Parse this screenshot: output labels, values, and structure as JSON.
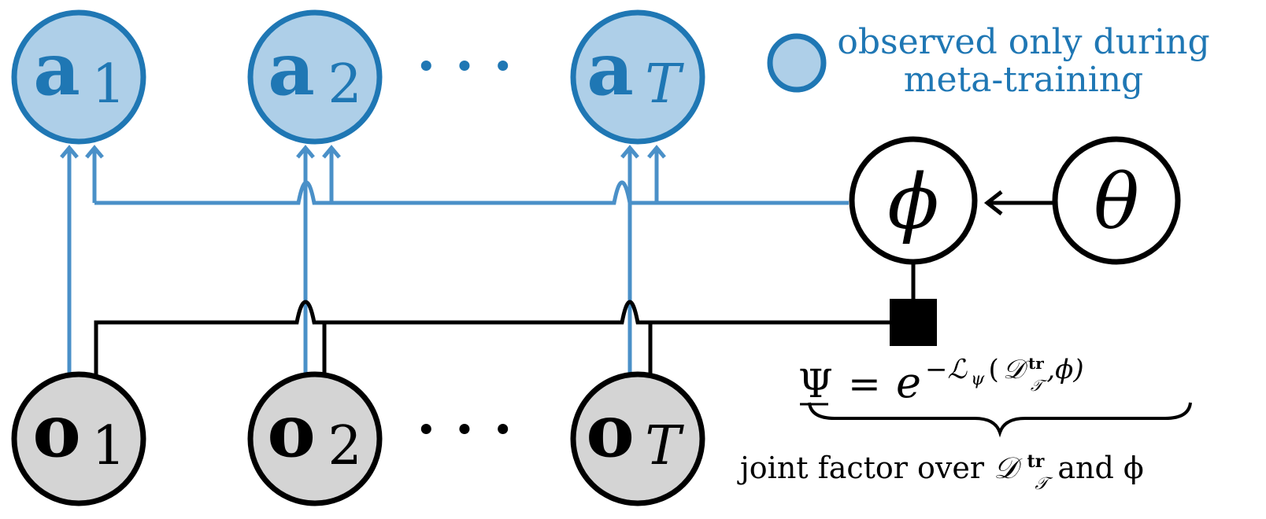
{
  "colors": {
    "accent_blue": "#1f77b4",
    "edge_blue": "#4a90c8",
    "observed_fill_blue": "#aecfe8",
    "latent_fill": "#ffffff",
    "observation_fill": "#d4d4d4",
    "ink": "#000000"
  },
  "nodes": {
    "a1": {
      "base": "a",
      "sub": "1"
    },
    "a2": {
      "base": "a",
      "sub": "2"
    },
    "aT": {
      "base": "a",
      "sub": "T"
    },
    "o1": {
      "base": "o",
      "sub": "1"
    },
    "o2": {
      "base": "o",
      "sub": "2"
    },
    "oT": {
      "base": "o",
      "sub": "T"
    },
    "phi": {
      "label": "ϕ"
    },
    "theta": {
      "label": "θ"
    }
  },
  "ellipsis": "· · ·",
  "legend": {
    "line1": "observed only during",
    "line2": "meta-training"
  },
  "factor": {
    "psi": "Ψ",
    "equals": "=",
    "e": "e",
    "exponent": "−ℒ",
    "exp_sub": "ψ",
    "arg_open": "(",
    "D": "𝒟",
    "D_sup": "tr",
    "D_sub": "𝒯",
    "arg_rest": ",ϕ)",
    "caption_pre": "joint factor over ",
    "caption_D": "𝒟",
    "caption_sup": "tr",
    "caption_sub": "𝒯",
    "caption_post": " and ϕ"
  }
}
